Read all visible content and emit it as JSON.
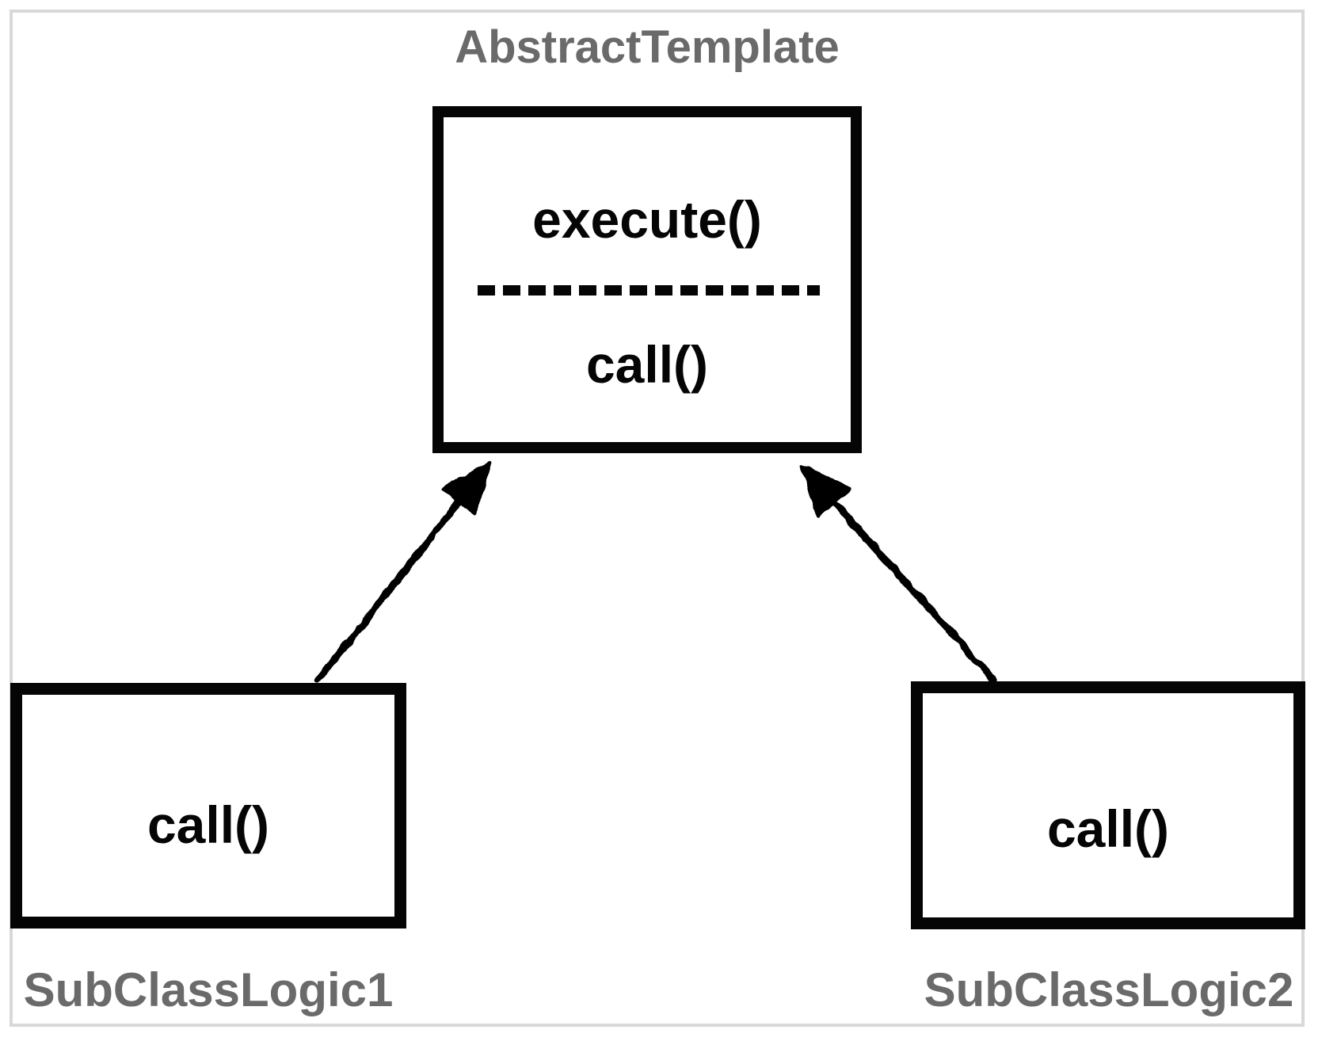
{
  "diagram": {
    "title": "AbstractTemplate",
    "abstract_class": {
      "template_method": "execute()",
      "hook_method": "call()"
    },
    "subclass1": {
      "method": "call()",
      "label": "SubClassLogic1"
    },
    "subclass2": {
      "method": "call()",
      "label": "SubClassLogic2"
    },
    "relationships": [
      {
        "from": "SubClassLogic1",
        "to": "AbstractTemplate",
        "type": "inheritance"
      },
      {
        "from": "SubClassLogic2",
        "to": "AbstractTemplate",
        "type": "inheritance"
      }
    ],
    "colors": {
      "line": "#050505",
      "muted_text": "#6a6a6a",
      "frame_border": "#d8d8d8",
      "background": "#ffffff"
    }
  }
}
